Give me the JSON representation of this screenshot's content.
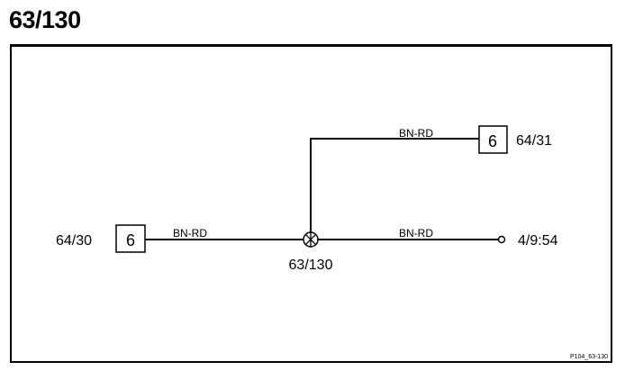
{
  "title": "63/130",
  "splice": {
    "label": "63/130"
  },
  "connectors": {
    "left": {
      "pin": "6",
      "label": "64/30"
    },
    "top_right": {
      "pin": "6",
      "label": "64/31"
    },
    "right": {
      "label": "4/9:54"
    }
  },
  "wires": {
    "left": "BN-RD",
    "top": "BN-RD",
    "right": "BN-RD"
  },
  "footer": {
    "ref": "P104_63-130"
  },
  "colors": {
    "line": "#000000",
    "background": "#ffffff"
  }
}
